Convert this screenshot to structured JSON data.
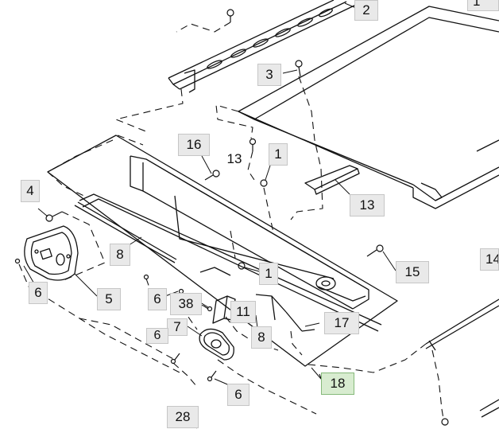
{
  "diagram": {
    "highlight_color": "#d8ecd0",
    "callouts": [
      {
        "id": "c-2",
        "label": "2"
      },
      {
        "id": "c-1-top",
        "label": "1"
      },
      {
        "id": "c-3",
        "label": "3"
      },
      {
        "id": "c-16",
        "label": "16"
      },
      {
        "id": "c-13-upper",
        "label": "13"
      },
      {
        "id": "c-1-mid",
        "label": "1"
      },
      {
        "id": "c-4",
        "label": "4"
      },
      {
        "id": "c-13-lower",
        "label": "13"
      },
      {
        "id": "c-8-left",
        "label": "8"
      },
      {
        "id": "c-6-left",
        "label": "6"
      },
      {
        "id": "c-5",
        "label": "5"
      },
      {
        "id": "c-1-center",
        "label": "1"
      },
      {
        "id": "c-15",
        "label": "15"
      },
      {
        "id": "c-14",
        "label": "14"
      },
      {
        "id": "c-6-mid",
        "label": "6"
      },
      {
        "id": "c-38",
        "label": "38"
      },
      {
        "id": "c-11",
        "label": "11"
      },
      {
        "id": "c-7",
        "label": "7"
      },
      {
        "id": "c-6-small",
        "label": "6"
      },
      {
        "id": "c-17",
        "label": "17"
      },
      {
        "id": "c-8-right",
        "label": "8"
      },
      {
        "id": "c-18",
        "label": "18"
      },
      {
        "id": "c-6-bottom",
        "label": "6"
      },
      {
        "id": "c-28",
        "label": "28"
      }
    ]
  }
}
